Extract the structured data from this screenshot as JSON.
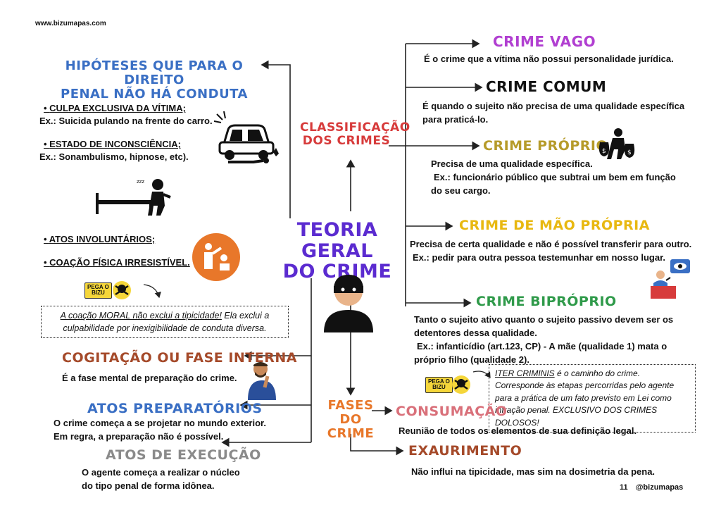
{
  "site": "www.bizumapas.com",
  "center_title": [
    "TEORIA GERAL",
    "DO CRIME"
  ],
  "classificacao": [
    "CLASSIFICAÇÃO",
    "DOS CRIMES"
  ],
  "fases": [
    "FASES",
    "DO CRIME"
  ],
  "hipoteses": {
    "title": [
      "HIPÓTESES QUE PARA O DIREITO",
      "PENAL NÃO HÁ CONDUTA"
    ],
    "item1": "CULPA EXCLUSIVA DA VÍTIMA;",
    "ex1": "Ex.: Suicida pulando na frente do carro.",
    "item2": "ESTADO DE INCONSCIÊNCIA;",
    "ex2": "Ex.: Sonambulismo, hipnose, etc).",
    "item3": "ATOS INVOLUNTÁRIOS;",
    "item4": "COAÇÃO FÍSICA IRRESISTÍVEL."
  },
  "pega_bizu": [
    "PEGA O",
    "BIZU"
  ],
  "note_moral": {
    "underlined": "A coação MORAL não exclui a tipicidade!",
    "rest": " Ela exclui a culpabilidade por inexigibilidade de conduta diversa."
  },
  "crimes": {
    "vago": {
      "title": "CRIME VAGO",
      "text": "É o crime que a vítima não possui personalidade jurídica."
    },
    "comum": {
      "title": "CRIME COMUM",
      "text": [
        "É quando o sujeito não precisa de uma qualidade específica",
        "para praticá-lo."
      ]
    },
    "proprio": {
      "title": "CRIME PRÓPRIO",
      "text": [
        "Precisa de uma qualidade específica.",
        "Ex.: funcionário público que subtrai um bem em função",
        "do seu cargo."
      ]
    },
    "mao_propria": {
      "title": "CRIME DE MÃO PRÓPRIA",
      "text": [
        "Precisa de certa qualidade e não é possível transferir para outro.",
        "Ex.: pedir para outra pessoa testemunhar em nosso lugar."
      ]
    },
    "biproprio": {
      "title": "CRIME BIPRÓPRIO",
      "text": [
        "Tanto o sujeito ativo quanto o sujeito passivo devem ser os",
        "detentores dessa qualidade.",
        "Ex.: infanticídio (art.123, CP) - A mãe (qualidade 1) mata o",
        "próprio filho (qualidade 2)."
      ]
    }
  },
  "note_iter": {
    "underlined": "ITER CRIMINIS",
    "rest": " é o caminho do crime. Corresponde às etapas percorridas pelo agente para a prática de um fato previsto em Lei como infração penal. EXCLUSIVO DOS CRIMES DOLOSOS!"
  },
  "fases_items": {
    "cogitacao": {
      "title": "COGITAÇÃO OU FASE INTERNA",
      "text": "É a fase mental de preparação do crime."
    },
    "preparatorios": {
      "title": "ATOS PREPARATÓRIOS",
      "text": [
        "O crime começa a se projetar no mundo exterior.",
        "Em regra, a preparação não é possível."
      ]
    },
    "execucao": {
      "title": "ATOS DE EXECUÇÃO",
      "text": [
        "O agente começa a realizar o núcleo",
        "do tipo penal de forma idônea."
      ]
    },
    "consumacao": {
      "title": "CONSUMAÇÃO",
      "text": "Reunião de todos os elementos de sua definição legal."
    },
    "exaurimento": {
      "title": "EXAURIMENTO",
      "text": "Não influi na tipicidade, mas sim na dosimetria da pena."
    }
  },
  "footer": {
    "page": "11",
    "handle": "@bizumapas"
  },
  "colors": {
    "blue": "#3a6fc4",
    "purple": "#5b2bd0",
    "red": "#d73b3b",
    "orange": "#e8772a",
    "magenta": "#b13fd1",
    "green": "#2f9a4a",
    "gold": "#b69b2a",
    "yellow": "#f0cd2e",
    "gray": "#8a8a8a",
    "pink": "#d9707a",
    "brown": "#a54a2a"
  }
}
